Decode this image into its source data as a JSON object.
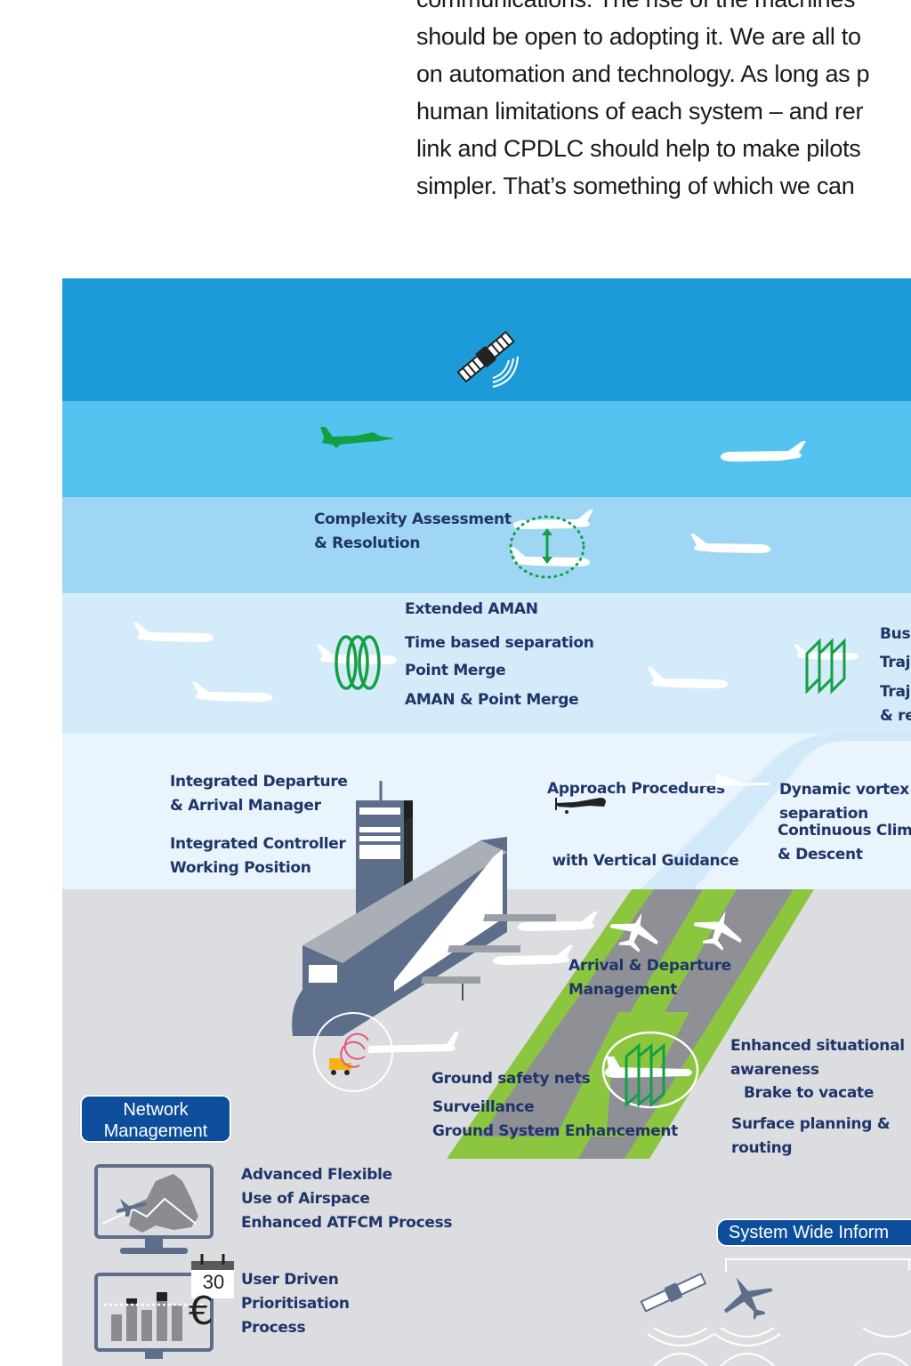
{
  "article": {
    "lines": [
      "communications. The rise of the machines",
      "should be open to adopting it. We are all to",
      "on automation and technology. As long as p",
      "human limitations of each system – and rer",
      "link and CPDLC should help to make pilots",
      "simpler. That’s something of which we can"
    ]
  },
  "diagram": {
    "colors": {
      "band_1": "#1d9bd9",
      "band_2": "#55c3ef",
      "band_3": "#9fd6f4",
      "band_4": "#d4ebfa",
      "band_5": "#e9f4fd",
      "ground": "#dcdde0",
      "runway_green": "#8cc63f",
      "runway_gray": "#8f9096",
      "label_navy": "#1f3468",
      "pill_blue": "#0d4e9c",
      "icon_green": "#13a043"
    },
    "labels": {
      "complexity_assessment": [
        "Complexity Assessment",
        "& Resolution"
      ],
      "extended_aman": "Extended AMAN",
      "time_based_separation": "Time based separation",
      "point_merge": "Point Merge",
      "aman_point_merge": "AMAN & Point Merge",
      "business_trajectory": [
        "Busi",
        "Traj",
        "Traj",
        "& re"
      ],
      "approach_procedures": [
        "Approach Procedures",
        " with Vertical Guidance"
      ],
      "integrated_departure": [
        "Integrated Departure",
        "& Arrival Manager"
      ],
      "integrated_controller": [
        "Integrated Controller",
        "Working Position"
      ],
      "dynamic_vortex": [
        "Dynamic vortex",
        "separation"
      ],
      "continuous_climb": [
        "Continuous Clim",
        "& Descent"
      ],
      "arrival_departure": [
        "Arrival & Departure",
        "Management"
      ],
      "ground_safety_nets": "Ground safety nets",
      "surveillance": "Surveillance",
      "ground_system_enhancement": "Ground System Enhancement",
      "enhanced_situational": [
        "Enhanced situational",
        "awareness"
      ],
      "brake_to_vacate": "Brake to vacate",
      "surface_planning": [
        "Surface planning &",
        "routing"
      ],
      "advanced_fua": [
        "Advanced Flexible",
        "Use of Airspace"
      ],
      "enhanced_atfcm": "Enhanced ATFCM Process",
      "user_driven": [
        "User Driven",
        "Prioritisation",
        "Process"
      ]
    },
    "pills": {
      "network_management": [
        "Network",
        "Management"
      ],
      "swim": "System Wide Inform"
    },
    "calendar_day": "30",
    "euro_symbol": "€"
  }
}
